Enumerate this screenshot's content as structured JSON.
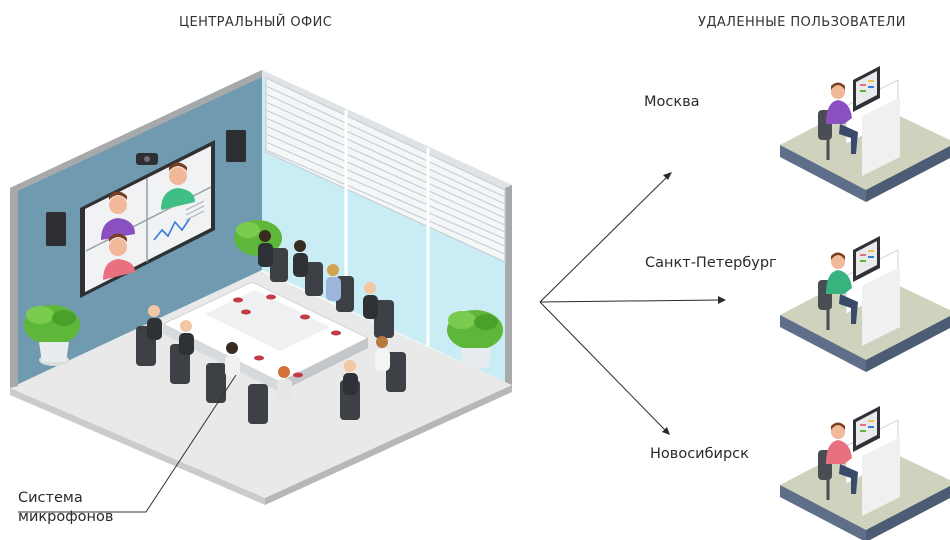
{
  "headers": {
    "office": "ЦЕНТРАЛЬНЫЙ ОФИС",
    "remote": "УДАЛЕННЫЕ ПОЛЬЗОВАТЕЛИ"
  },
  "remote_users": [
    {
      "city": "Москва",
      "shirt_color": "#8a4fc0"
    },
    {
      "city": "Санкт-Петербург",
      "shirt_color": "#37b37e"
    },
    {
      "city": "Новосибирск",
      "shirt_color": "#e8707f"
    }
  ],
  "mic_label": {
    "line1": "Система",
    "line2": "микрофонов"
  },
  "colors": {
    "wall_blue": "#6f9ab0",
    "floor": "#e9e9e9",
    "wall_edge": "#a7a9ab",
    "window": "#c9ecf5",
    "table": "#ffffff",
    "chair": "#3d4044",
    "plant": "#5fb73a",
    "desk_base": "#cfd3bd",
    "desk_edge": "#5f6f8a"
  },
  "screen_participants": [
    {
      "shirt_color": "#8a4fc0"
    },
    {
      "shirt_color": "#3fbf86"
    },
    {
      "shirt_color": "#e8707f"
    }
  ]
}
